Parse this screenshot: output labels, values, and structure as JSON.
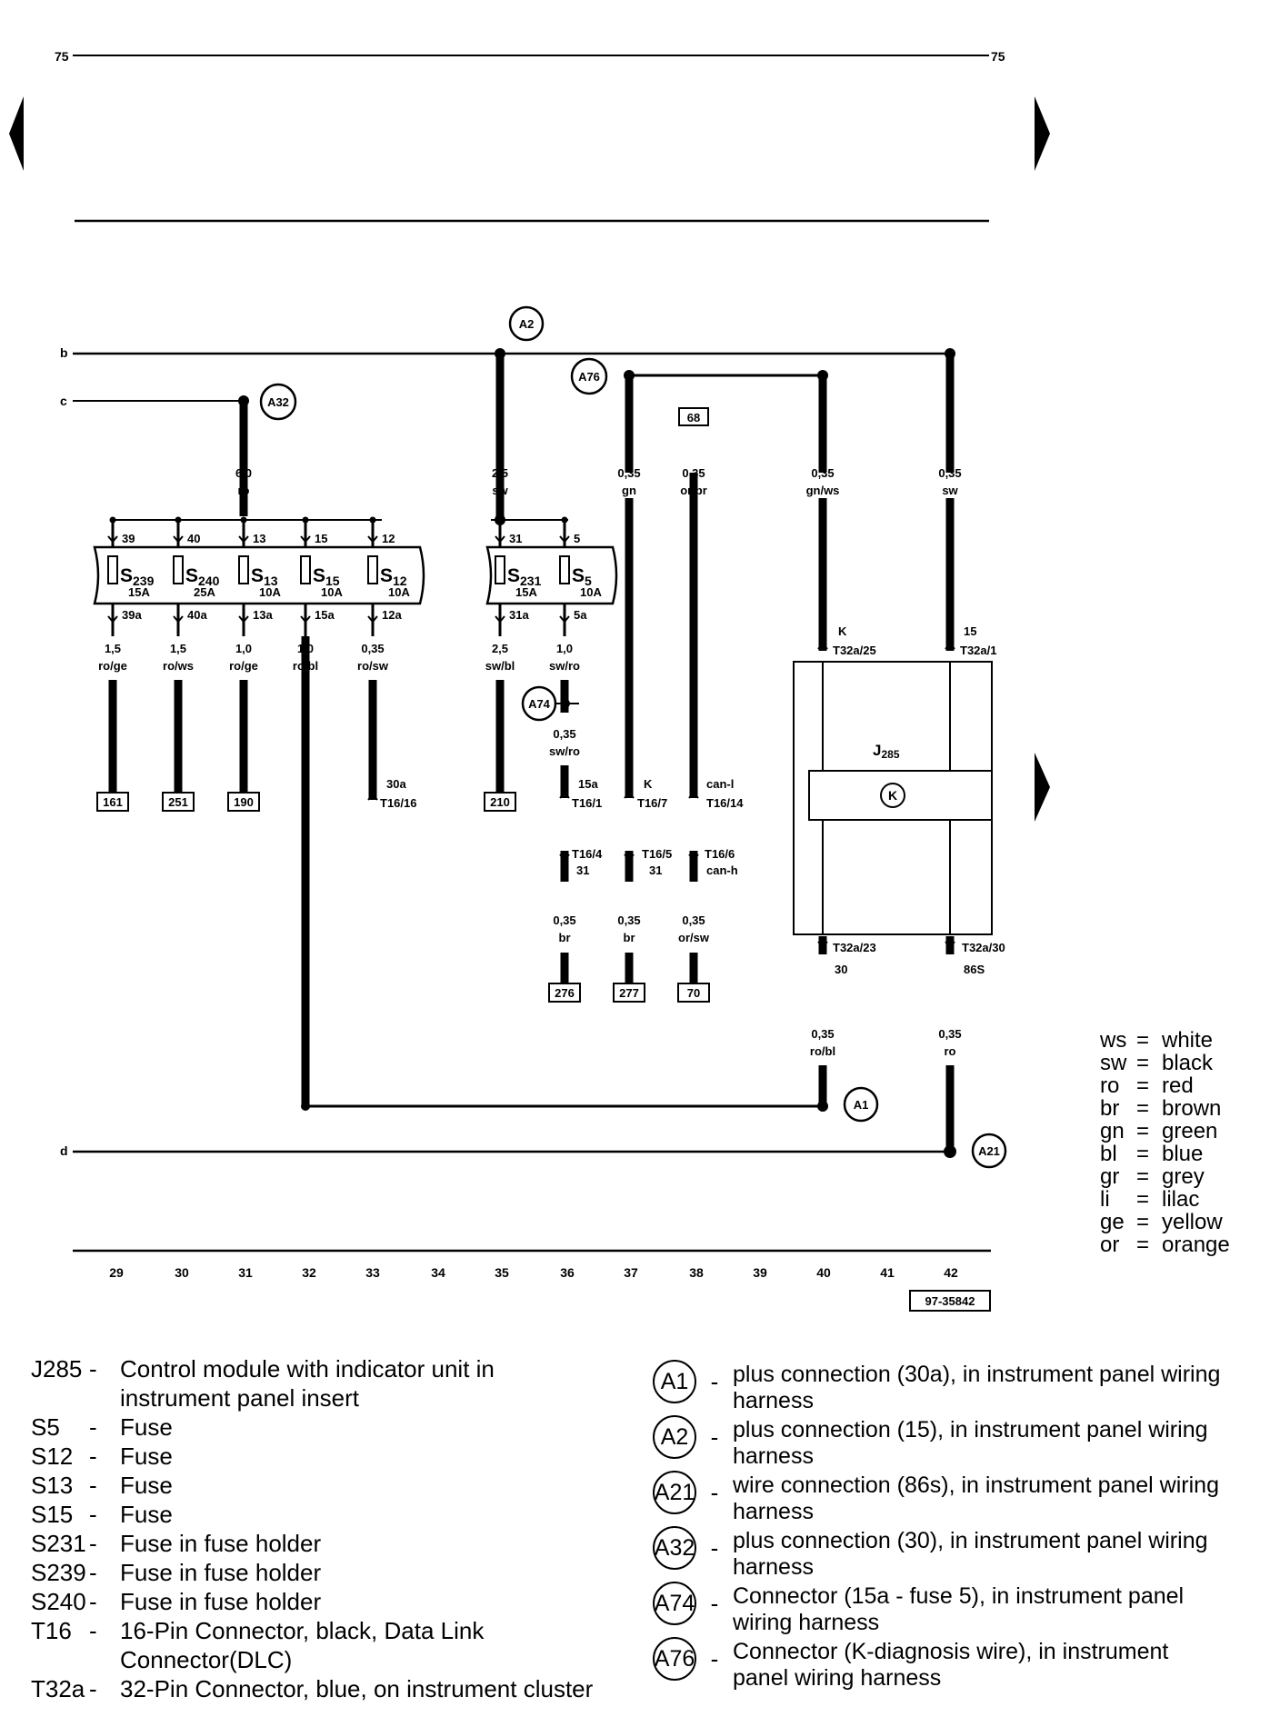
{
  "page_number": "75",
  "diagram_id": "97-35842",
  "columns": [
    "29",
    "30",
    "31",
    "32",
    "33",
    "34",
    "35",
    "36",
    "37",
    "38",
    "39",
    "40",
    "41",
    "42"
  ],
  "bus_lines": [
    "b",
    "c",
    "d"
  ],
  "connection_points": [
    "A2",
    "A32",
    "A76",
    "A74",
    "A1",
    "A21"
  ],
  "fuses": [
    {
      "id": "S",
      "sub": "239",
      "rating": "15A",
      "in": "39",
      "out": "39a"
    },
    {
      "id": "S",
      "sub": "240",
      "rating": "25A",
      "in": "40",
      "out": "40a"
    },
    {
      "id": "S",
      "sub": "13",
      "rating": "10A",
      "in": "13",
      "out": "13a"
    },
    {
      "id": "S",
      "sub": "15",
      "rating": "10A",
      "in": "15",
      "out": "15a"
    },
    {
      "id": "S",
      "sub": "12",
      "rating": "10A",
      "in": "12",
      "out": "12a"
    },
    {
      "id": "S",
      "sub": "231",
      "rating": "15A",
      "in": "31",
      "out": "31a"
    },
    {
      "id": "S",
      "sub": "5",
      "rating": "10A",
      "in": "5",
      "out": "5a"
    }
  ],
  "wires": {
    "w_c_main": [
      "6,0",
      "ro"
    ],
    "w_b_main": [
      "2,5",
      "sw"
    ],
    "w37": [
      "0,35",
      "gn"
    ],
    "w38": [
      "0,35",
      "or/br"
    ],
    "w40": [
      "0,35",
      "gn/ws"
    ],
    "w42": [
      "0,35",
      "sw"
    ],
    "w29": [
      "1,5",
      "ro/ge"
    ],
    "w30": [
      "1,5",
      "ro/ws"
    ],
    "w31": [
      "1,0",
      "ro/ge"
    ],
    "w32": [
      "1,0",
      "ro/bl"
    ],
    "w33": [
      "0,35",
      "ro/sw"
    ],
    "w35": [
      "2,5",
      "sw/bl"
    ],
    "w36": [
      "1,0",
      "sw/ro"
    ],
    "w36b": [
      "0,35",
      "sw/ro"
    ],
    "w36c": [
      "0,35",
      "br"
    ],
    "w37c": [
      "0,35",
      "br"
    ],
    "w38c": [
      "0,35",
      "or/sw"
    ],
    "w40b": [
      "0,35",
      "ro/bl"
    ],
    "w42b": [
      "0,35",
      "ro"
    ]
  },
  "references": {
    "r68": "68",
    "r161": "161",
    "r251": "251",
    "r190": "190",
    "r210": "210",
    "r276": "276",
    "r277": "277",
    "r70": "70"
  },
  "terminals": {
    "t33_a": "30a",
    "t33_b": "T16/16",
    "t36_a": "15a",
    "t36_b": "T16/1",
    "t37_a": "K",
    "t37_b": "T16/7",
    "t38_a": "can-l",
    "t38_b": "T16/14",
    "t36c_a": "T16/4",
    "t36c_b": "31",
    "t37c_a": "T16/5",
    "t37c_b": "31",
    "t38c_a": "T16/6",
    "t38c_b": "can-h",
    "j_k": "K",
    "j_k_pin": "T32a/25",
    "j_15": "15",
    "j_15_pin": "T32a/1",
    "j_30_pin": "T32a/23",
    "j_30": "30",
    "j_86_pin": "T32a/30",
    "j_86": "86S"
  },
  "module": {
    "id": "J",
    "sub": "285",
    "symbol": "K"
  },
  "color_legend": [
    {
      "abbr": "ws",
      "name": "white"
    },
    {
      "abbr": "sw",
      "name": "black"
    },
    {
      "abbr": "ro",
      "name": "red"
    },
    {
      "abbr": "br",
      "name": "brown"
    },
    {
      "abbr": "gn",
      "name": "green"
    },
    {
      "abbr": "bl",
      "name": "blue"
    },
    {
      "abbr": "gr",
      "name": "grey"
    },
    {
      "abbr": "li",
      "name": "lilac"
    },
    {
      "abbr": "ge",
      "name": "yellow"
    },
    {
      "abbr": "or",
      "name": "orange"
    }
  ],
  "components_legend": [
    {
      "code": "J285",
      "desc": "Control module with indicator unit in instrument panel insert"
    },
    {
      "code": "S5",
      "desc": "Fuse"
    },
    {
      "code": "S12",
      "desc": "Fuse"
    },
    {
      "code": "S13",
      "desc": "Fuse"
    },
    {
      "code": "S15",
      "desc": "Fuse"
    },
    {
      "code": "S231",
      "desc": "Fuse in fuse holder"
    },
    {
      "code": "S239",
      "desc": "Fuse in fuse holder"
    },
    {
      "code": "S240",
      "desc": "Fuse in fuse holder"
    },
    {
      "code": "T16",
      "desc": "16-Pin Connector, black, Data Link Connector(DLC)"
    },
    {
      "code": "T32a",
      "desc": "32-Pin Connector, blue, on instrument cluster"
    }
  ],
  "connections_legend": [
    {
      "code": "A1",
      "desc": "plus connection (30a), in instrument panel wiring harness"
    },
    {
      "code": "A2",
      "desc": "plus connection (15), in instrument panel wiring harness"
    },
    {
      "code": "A21",
      "desc": "wire connection (86s), in instrument panel wiring harness"
    },
    {
      "code": "A32",
      "desc": "plus connection (30), in instrument panel wiring harness"
    },
    {
      "code": "A74",
      "desc": "Connector (15a - fuse 5), in instrument panel wiring harness"
    },
    {
      "code": "A76",
      "desc": "Connector (K-diagnosis wire), in instrument panel wiring harness"
    }
  ]
}
